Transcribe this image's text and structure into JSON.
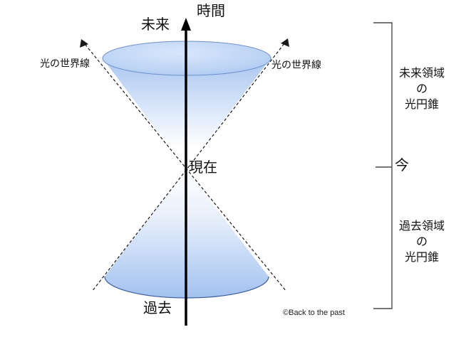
{
  "diagram": {
    "axis_label": "時間",
    "future_label": "未来",
    "past_label": "過去",
    "present_label": "現在",
    "now_label": "今",
    "worldline_left_label": "光の世界線",
    "worldline_right_label": "光の世界線",
    "future_region_label": "未来領域\nの\n光円錐",
    "past_region_label": "過去領域\nの\n光円錐",
    "copyright": "©Back to the past",
    "colors": {
      "cone_fill_deep": "#a3c2f0",
      "cone_fill_light": "#d8e6fb",
      "cone_outline": "#6d8fc9",
      "arc_outline": "#3b5b9a",
      "axis_color": "#000000",
      "worldline_color": "#1a1a1a",
      "bracket_color": "#4a4a4a",
      "background": "#ffffff"
    }
  }
}
